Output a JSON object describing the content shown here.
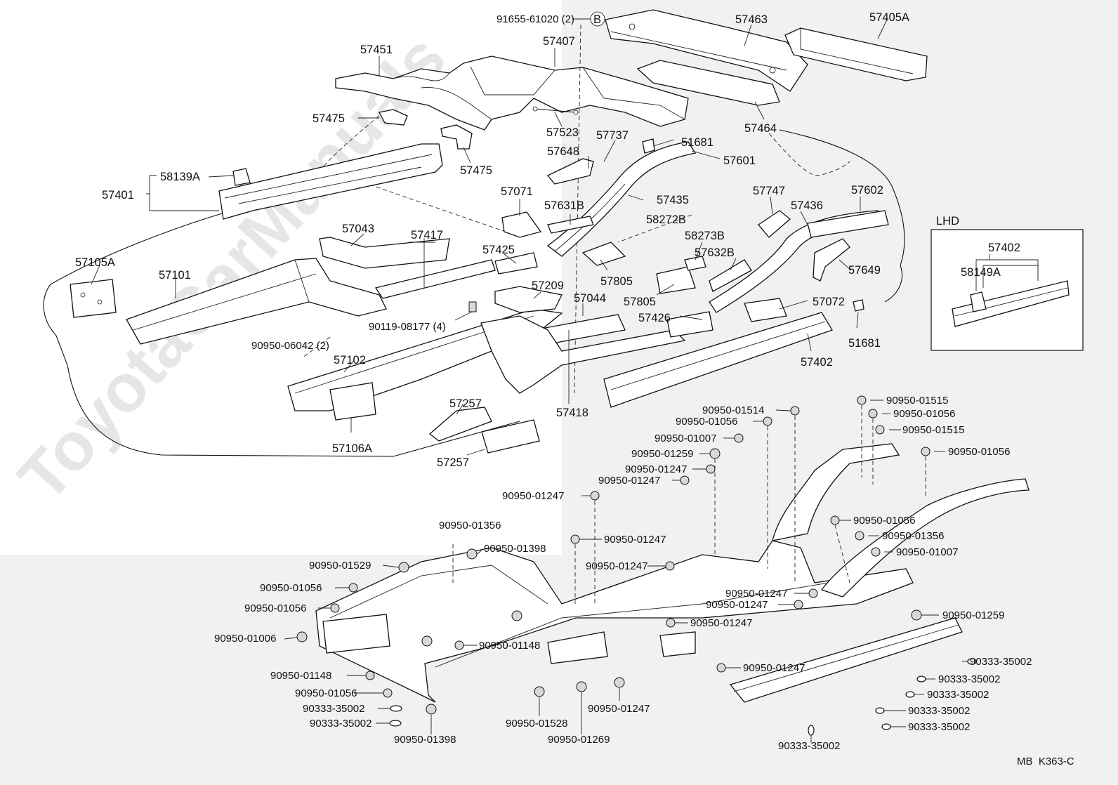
{
  "diagram": {
    "code": "MB  K363-C",
    "watermark": "ToyotaCarManuals",
    "lhd_box_title": "LHD",
    "callout_letter": "B",
    "labels": {
      "p91655": "91655-61020 (2)",
      "p57407": "57407",
      "p57463": "57463",
      "p57405A": "57405A",
      "p57451": "57451",
      "p57475a": "57475",
      "p57475b": "57475",
      "p57523": "57523",
      "p57464": "57464",
      "p57737": "57737",
      "p51681a": "51681",
      "p57601": "57601",
      "p57648": "57648",
      "p58139A": "58139A",
      "p57401": "57401",
      "p57071": "57071",
      "p57435": "57435",
      "p57631B": "57631B",
      "p57747": "57747",
      "p57436": "57436",
      "p57602": "57602",
      "p58272B": "58272B",
      "p57043": "57043",
      "p57417": "57417",
      "p58273B": "58273B",
      "p57425": "57425",
      "p57632B": "57632B",
      "p57105A": "57105A",
      "p57101": "57101",
      "p57805a": "57805",
      "p57649": "57649",
      "p57805b": "57805",
      "p57209": "57209",
      "p57044": "57044",
      "p57072": "57072",
      "p57426": "57426",
      "p90119": "90119-08177 (4)",
      "p51681b": "51681",
      "p90950_06042": "90950-06042 (2)",
      "p57102": "57102",
      "p57402": "57402",
      "p57257a": "57257",
      "p57418": "57418",
      "p57106A": "57106A",
      "p57257b": "57257",
      "lhd57402": "57402",
      "lhd58149A": "58149A",
      "g01514": "90950-01514",
      "g01515a": "90950-01515",
      "g01056a": "90950-01056",
      "g01056b": "90950-01056",
      "g01515b": "90950-01515",
      "g01007a": "90950-01007",
      "g01056c": "90950-01056",
      "g01259a": "90950-01259",
      "g01247a": "90950-01247",
      "g01247b": "90950-01247",
      "g01247c": "90950-01247",
      "g01356a": "90950-01356",
      "g01056d": "90950-01056",
      "g01247d": "90950-01247",
      "g01356b": "90950-01356",
      "g01398a": "90950-01398",
      "g01007b": "90950-01007",
      "g01529": "90950-01529",
      "g01247e": "90950-01247",
      "g01056e": "90950-01056",
      "g01247f": "90950-01247",
      "g01259b": "90950-01259",
      "g01056f": "90950-01056",
      "g01247g": "90950-01247",
      "g01247h": "90950-01247",
      "g01006": "90950-01006",
      "g01148a": "90950-01148",
      "o35002a": "90333-35002",
      "g01247i": "90950-01247",
      "o35002b": "90333-35002",
      "g01148b": "90950-01148",
      "o35002c": "90333-35002",
      "g01056g": "90950-01056",
      "o35002d": "90333-35002",
      "o35002e": "90333-35002",
      "o35002f": "90333-35002",
      "o35002g": "90333-35002",
      "g01528": "90950-01528",
      "g01247j": "90950-01247",
      "o35002h": "90333-35002",
      "g01398b": "90950-01398",
      "g01269": "90950-01269"
    }
  }
}
